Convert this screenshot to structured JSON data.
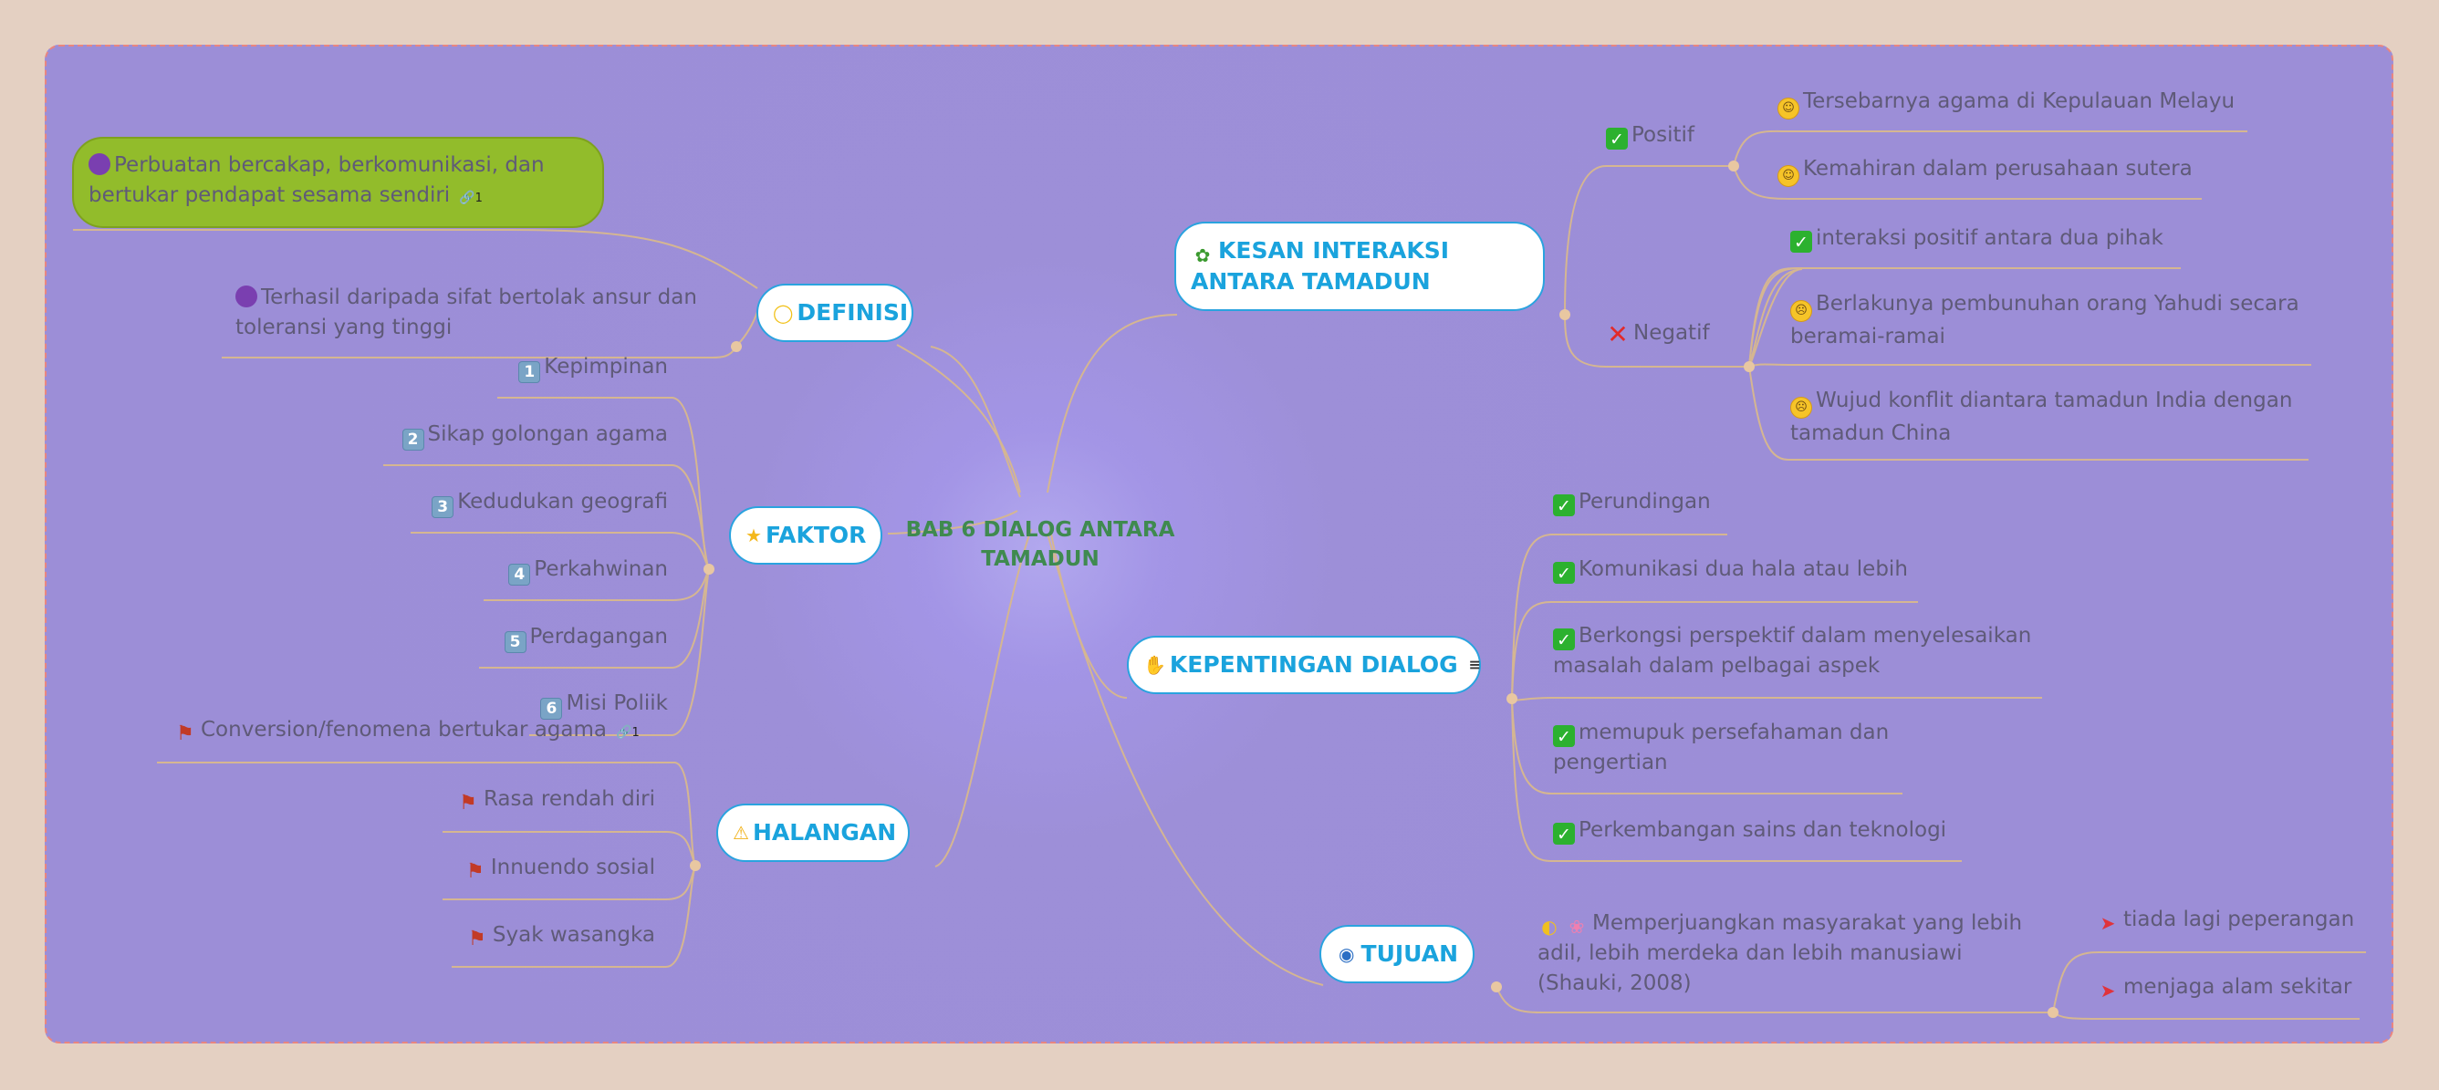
{
  "central": {
    "title": "BAB 6 DIALOG ANTARA TAMADUN"
  },
  "topics": {
    "definisi": {
      "label": "DEFINISI",
      "icon": "lightbulb-icon"
    },
    "faktor": {
      "label": "FAKTOR",
      "icon": "star-icon"
    },
    "halangan": {
      "label": "HALANGAN",
      "icon": "warning-icon"
    },
    "kesan": {
      "label": "KESAN INTERAKSI ANTARA TAMADUN",
      "icon": "wreath-icon"
    },
    "kepentingan": {
      "label": "KEPENTINGAN DIALOG",
      "icon": "handshake-icon"
    },
    "tujuan": {
      "label": "TUJUAN",
      "icon": "globe-icon"
    }
  },
  "definisi": {
    "item1": {
      "text": "Perbuatan bercakap, berkomunikasi, dan bertukar pendapat sesama sendiri",
      "link_count": "1"
    },
    "item2": {
      "text": "Terhasil daripada sifat bertolak ansur dan toleransi yang tinggi"
    }
  },
  "faktor": {
    "items": [
      {
        "num": "1",
        "text": "Kepimpinan"
      },
      {
        "num": "2",
        "text": "Sikap golongan agama"
      },
      {
        "num": "3",
        "text": "Kedudukan geografi"
      },
      {
        "num": "4",
        "text": "Perkahwinan"
      },
      {
        "num": "5",
        "text": "Perdagangan"
      },
      {
        "num": "6",
        "text": "Misi Poliik"
      }
    ]
  },
  "halangan": {
    "items": [
      {
        "text": "Conversion/fenomena bertukar agama",
        "link_count": "1"
      },
      {
        "text": "Rasa rendah diri"
      },
      {
        "text": "Innuendo sosial"
      },
      {
        "text": "Syak wasangka"
      }
    ]
  },
  "kesan": {
    "positif": {
      "label": "Positif",
      "items": [
        "Tersebarnya agama di Kepulauan Melayu",
        "Kemahiran dalam perusahaan sutera"
      ]
    },
    "negatif": {
      "label": "Negatif",
      "items": [
        "interaksi positif antara dua pihak",
        "Berlakunya pembunuhan orang Yahudi secara beramai-ramai",
        "Wujud konflit diantara tamadun India dengan tamadun China"
      ]
    }
  },
  "kepentingan": {
    "items": [
      "Perundingan",
      "Komunikasi dua hala atau lebih",
      "Berkongsi perspektif dalam menyelesaikan masalah dalam pelbagai aspek",
      "memupuk persefahaman dan pengertian",
      "Perkembangan sains dan teknologi"
    ]
  },
  "tujuan": {
    "main": "Memperjuangkan masyarakat yang lebih adil, lebih merdeka dan lebih manusiawi (Shauki, 2008)",
    "subs": [
      "tiada lagi peperangan",
      "menjaga alam sekitar"
    ]
  },
  "colors": {
    "canvas": "#9c8ed7",
    "background": "#e4d0c2",
    "topic_border": "#2aa3df",
    "topic_text": "#1aa3dd",
    "central_text": "#3f8a4f",
    "leaf_text": "#5f5a78",
    "connector": "#d5b691",
    "highlight": "#92bc2b"
  }
}
